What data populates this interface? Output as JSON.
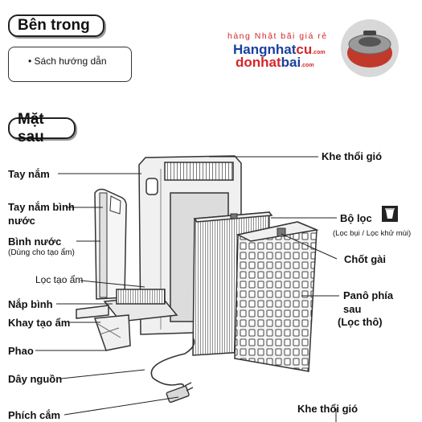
{
  "sections": {
    "inside_title": "Bên trong",
    "inside_item": "• Sách hướng dẫn",
    "back_title": "Mặt sau"
  },
  "watermark": {
    "tagline": "hàng Nhật bãi giá rẻ",
    "line1_a": "Hangnhat",
    "line1_b": "cu",
    "line1_suffix": ".com",
    "line2_a": "donhat",
    "line2_b": "bai",
    "line2_suffix": ".com"
  },
  "labels": {
    "handle": "Tay nắm",
    "tank_handle": "Tay nắm bình nước",
    "water_tank": "Bình nước",
    "water_tank_note": "(Dùng cho tạo ẩm)",
    "humid_filter": "Lọc tạo ẩm",
    "tank_cap": "Nắp bình",
    "humid_tray": "Khay tạo ẩm",
    "float": "Phao",
    "power_cord": "Dây nguồn",
    "plug": "Phích cắm",
    "air_outlet_top": "Khe thổi gió",
    "filter": "Bộ lọc",
    "filter_note": "(Lọc bụi / Lọc khử mùi)",
    "latch": "Chốt gài",
    "back_panel_a": "Panô phía",
    "back_panel_b": "sau",
    "back_panel_c": "(Lọc thô)",
    "air_outlet_bottom": "Khe thổi gió"
  },
  "colors": {
    "accent_red": "#d4262b",
    "accent_blue": "#1b3f9c"
  },
  "icons": [
    "trash-recycle-icon",
    "rice-cooker-logo"
  ]
}
